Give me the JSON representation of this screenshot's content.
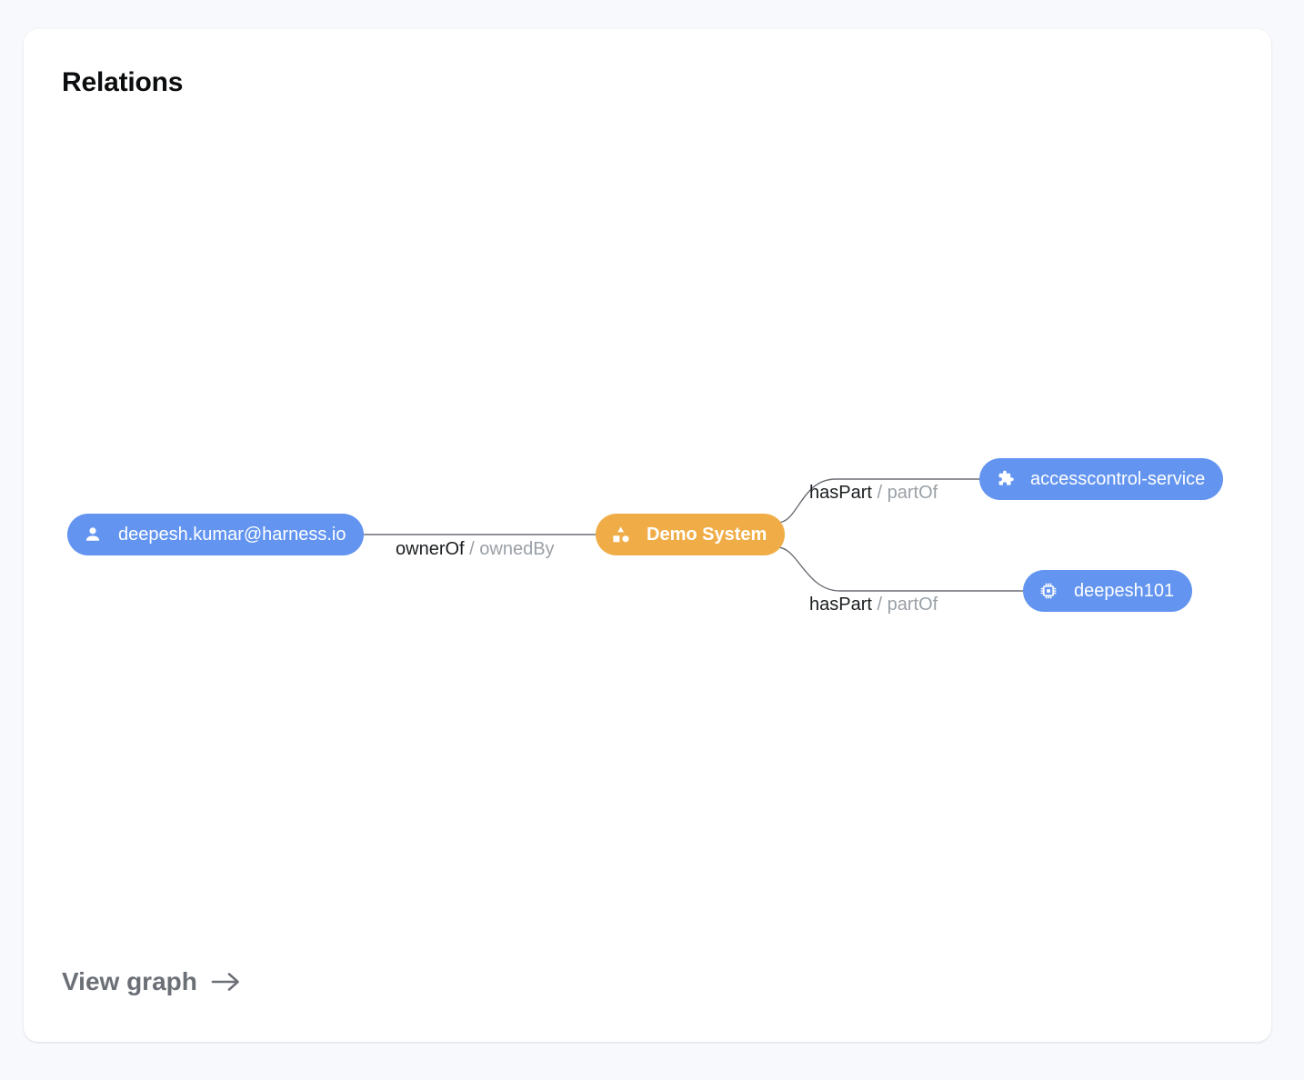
{
  "card": {
    "title": "Relations"
  },
  "graph": {
    "nodes": [
      {
        "id": "user",
        "label": "deepesh.kumar@harness.io",
        "icon": "person-icon",
        "color": "#6294f0",
        "kind": "user"
      },
      {
        "id": "system",
        "label": "Demo System",
        "icon": "category-icon",
        "color": "#f0ad47",
        "kind": "system"
      },
      {
        "id": "service",
        "label": "accesscontrol-service",
        "icon": "puzzle-icon",
        "color": "#6294f0",
        "kind": "component"
      },
      {
        "id": "resource",
        "label": "deepesh101",
        "icon": "memory-chip-icon",
        "color": "#6294f0",
        "kind": "resource"
      }
    ],
    "edges": [
      {
        "from": "user",
        "to": "system",
        "primary": "ownerOf",
        "separator": " / ",
        "secondary": "ownedBy"
      },
      {
        "from": "system",
        "to": "service",
        "primary": "hasPart",
        "separator": " / ",
        "secondary": "partOf"
      },
      {
        "from": "system",
        "to": "resource",
        "primary": "hasPart",
        "separator": " / ",
        "secondary": "partOf"
      }
    ],
    "edge_color": "#6b6f76"
  },
  "footer": {
    "view_graph_label": "View graph",
    "arrow": "→"
  }
}
